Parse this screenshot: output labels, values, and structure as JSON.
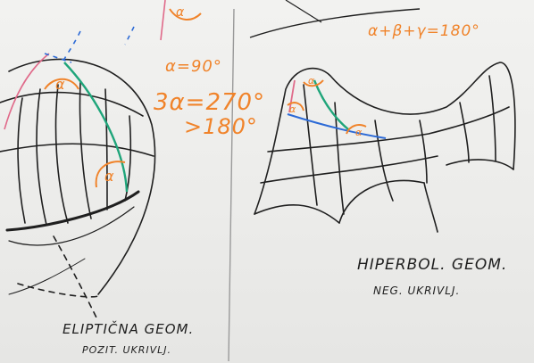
{
  "whiteboard": {
    "left_annotations": {
      "alpha_right_angle": "α=90°",
      "triple_alpha": "3α=270°",
      "greater_than": ">180°"
    },
    "right_annotations": {
      "angle_sum": "α+β+γ=180°"
    },
    "captions": {
      "elliptic_title": "ELIPTIČNA GEOM.",
      "elliptic_sub": "POZIT. UKRIVLJ.",
      "hyperbolic_title": "HIPERBOL. GEOM.",
      "hyperbolic_sub": "NEG. UKRIVLJ."
    },
    "angle_symbols": {
      "alpha": "α"
    }
  },
  "colors": {
    "board": "#f2f2f0",
    "ink_black": "#1f1f1f",
    "marker_orange": "#f0832a",
    "marker_green": "#1fa57a",
    "marker_blue": "#2c6ad6",
    "marker_pink": "#e06a8a"
  }
}
